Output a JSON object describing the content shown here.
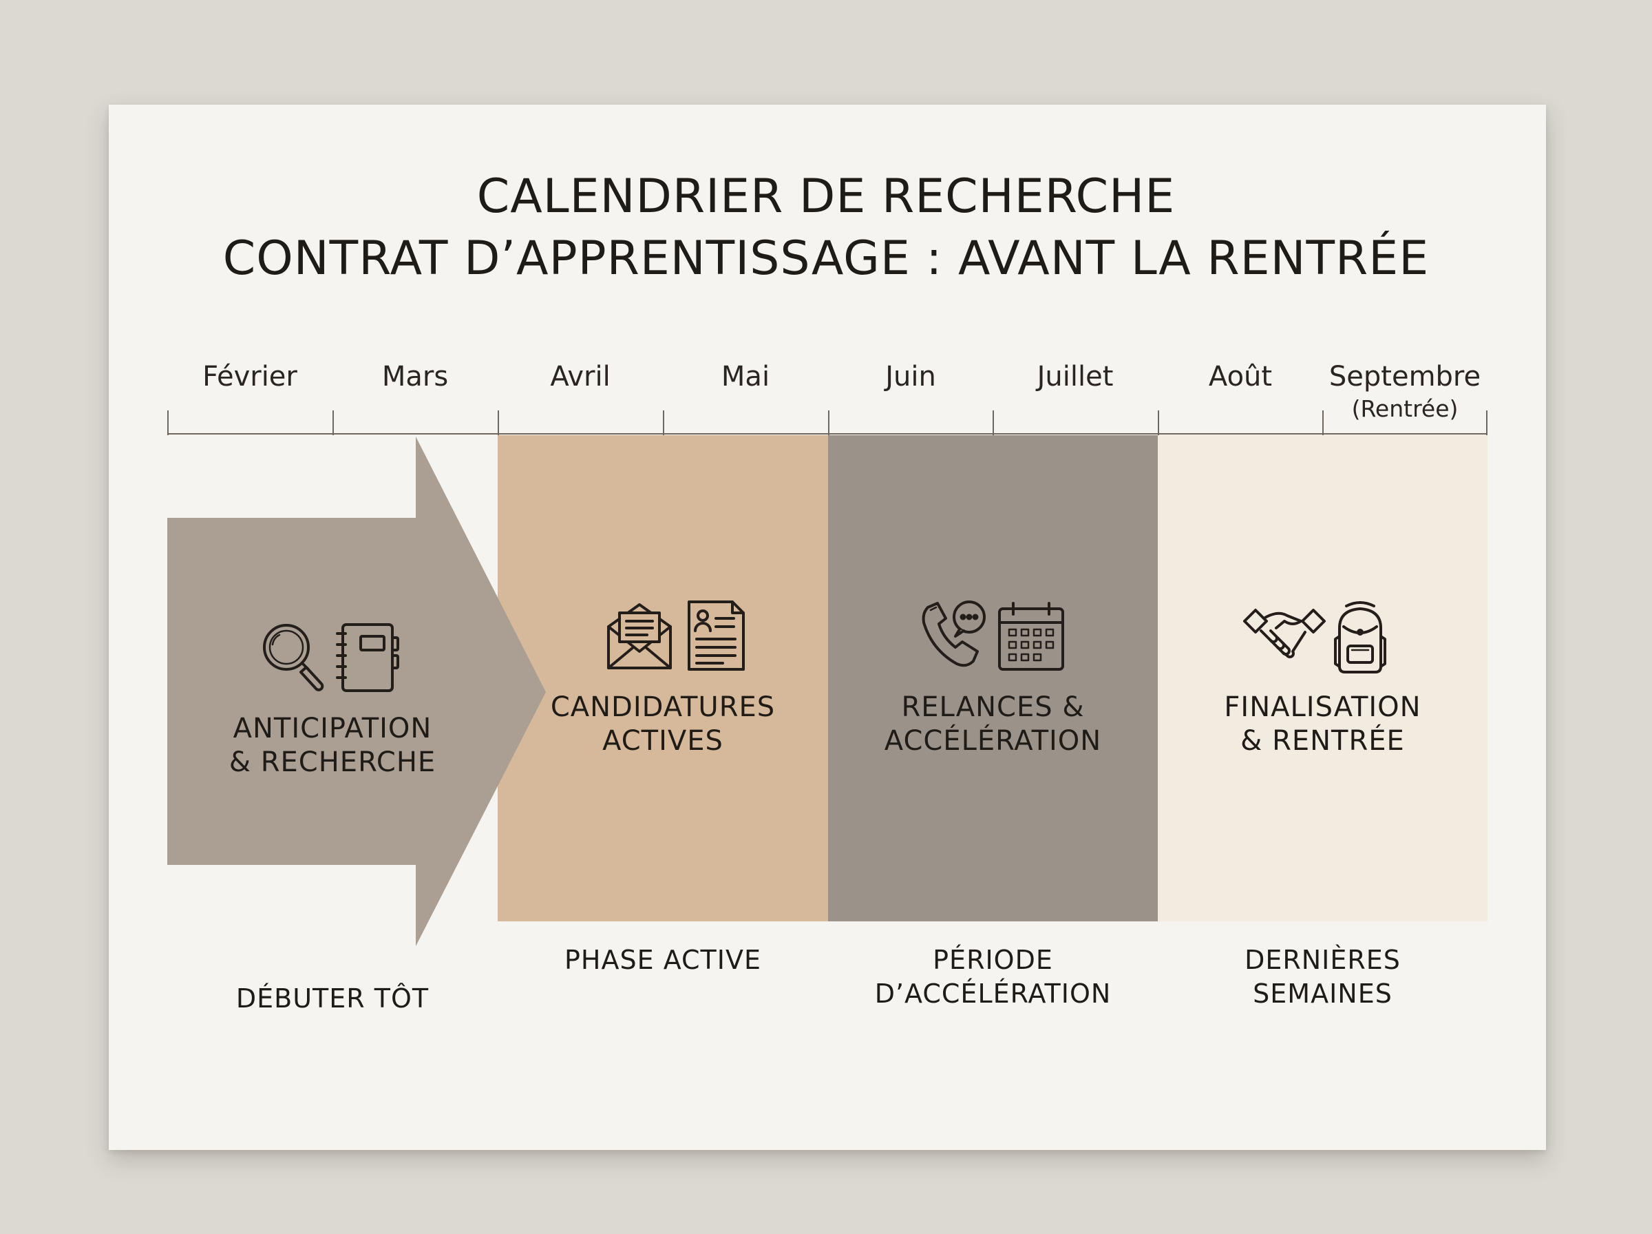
{
  "title": {
    "line1": "CALENDRIER DE RECHERCHE",
    "line2": "CONTRAT D’APPRENTISSAGE : AVANT LA RENTRÉE"
  },
  "timeline": {
    "months": [
      "Février",
      "Mars",
      "Avril",
      "Mai",
      "Juin",
      "Juillet",
      "Août",
      "Septembre"
    ],
    "september_note": "(Rentrée)"
  },
  "phases": [
    {
      "label_line1": "ANTICIPATION",
      "label_line2": "& RECHERCHE",
      "bottom_line1": "DÉBUTER TÔT",
      "months": [
        "Février",
        "Mars"
      ],
      "color": "#ab9f93",
      "icons": [
        "magnifier-icon",
        "notebook-icon"
      ]
    },
    {
      "label_line1": "CANDIDATURES",
      "label_line2": "ACTIVES",
      "bottom_line1": "PHASE ACTIVE",
      "months": [
        "Avril",
        "Mai"
      ],
      "color": "#d6b99b",
      "icons": [
        "envelope-icon",
        "resume-icon"
      ]
    },
    {
      "label_line1": "RELANCES &",
      "label_line2": "ACCÉLÉRATION",
      "bottom_line1": "PÉRIODE",
      "bottom_line2": "D’ACCÉLÉRATION",
      "months": [
        "Juin",
        "Juillet"
      ],
      "color": "#9b938a",
      "icons": [
        "phone-chat-icon",
        "calendar-icon"
      ]
    },
    {
      "label_line1": "FINALISATION",
      "label_line2": "& RENTRÉE",
      "bottom_line1": "DERNIÈRES",
      "bottom_line2": "SEMAINES",
      "months": [
        "Août",
        "Septembre"
      ],
      "color": "#f2ebe0",
      "icons": [
        "handshake-icon",
        "backpack-icon"
      ]
    }
  ]
}
